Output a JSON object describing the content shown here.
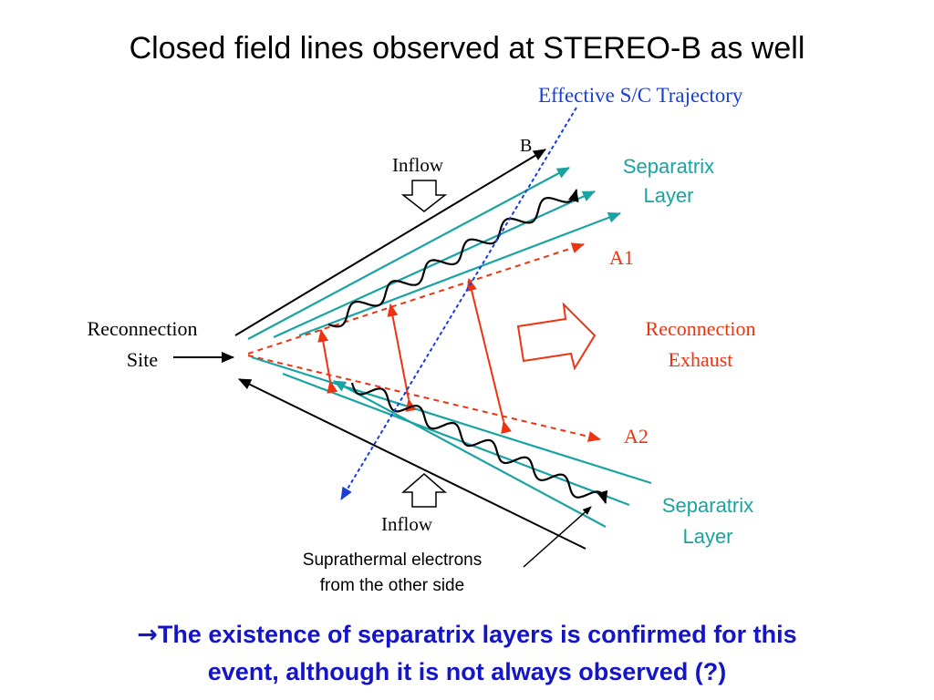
{
  "slide": {
    "title": "Closed field lines observed at STEREO-B as well",
    "conclusion_arrow": "→",
    "conclusion_line1": "The existence of separatrix layers is confirmed for this",
    "conclusion_line2": "event, although it is not always observed (?)"
  },
  "diagram": {
    "trajectory_label": "Effective S/C Trajectory",
    "b_label": "B",
    "inflow_top_label": "Inflow",
    "inflow_bottom_label": "Inflow",
    "reconnection_site_line1": "Reconnection",
    "reconnection_site_line2": "Site",
    "separatrix_top_line1": "Separatrix",
    "separatrix_top_line2": "Layer",
    "separatrix_bottom_line1": "Separatrix",
    "separatrix_bottom_line2": "Layer",
    "a1_label": "A1",
    "a2_label": "A2",
    "exhaust_line1": "Reconnection",
    "exhaust_line2": "Exhaust",
    "suprathermal_line1": "Suprathermal electrons",
    "suprathermal_line2": "from the other side"
  },
  "colors": {
    "teal": "#1aa3a3",
    "red": "#ee3311",
    "blue": "#1a3fd6",
    "black": "#000000",
    "conclusion_blue": "#1414c8"
  }
}
